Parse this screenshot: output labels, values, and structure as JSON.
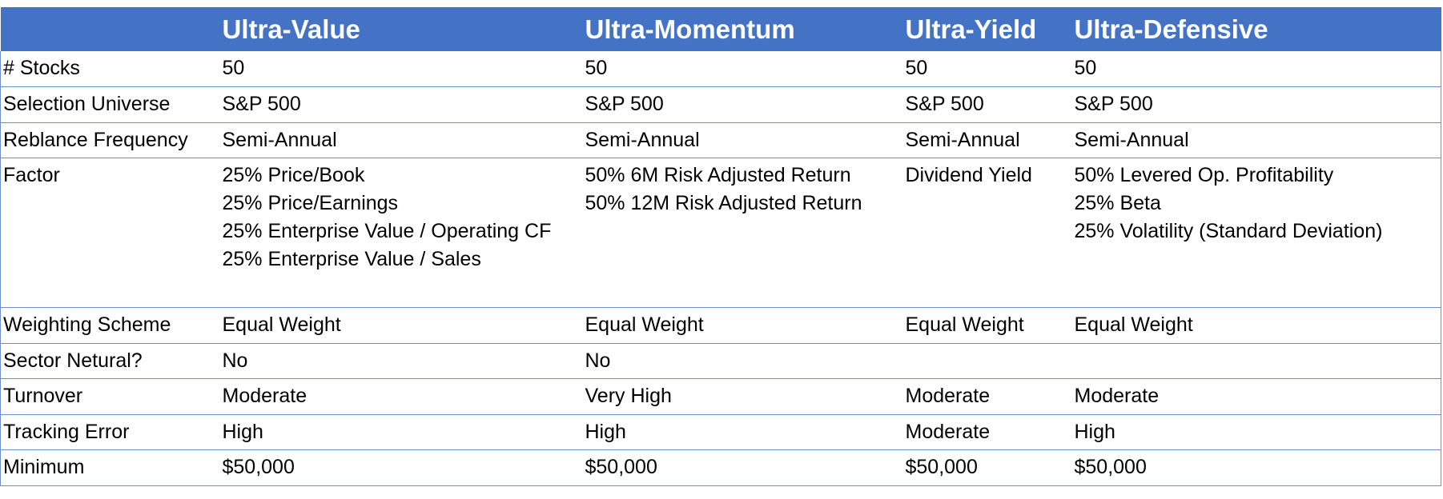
{
  "header": {
    "corner": "",
    "columns": [
      "Ultra-Value",
      "Ultra-Momentum",
      "Ultra-Yield",
      "Ultra-Defensive"
    ]
  },
  "rows": [
    {
      "label": "# Stocks",
      "cells": [
        [
          "50"
        ],
        [
          "50"
        ],
        [
          "50"
        ],
        [
          "50"
        ]
      ]
    },
    {
      "label": "Selection Universe",
      "cells": [
        [
          "S&P 500"
        ],
        [
          "S&P 500"
        ],
        [
          "S&P 500"
        ],
        [
          "S&P 500"
        ]
      ]
    },
    {
      "label": "Reblance Frequency",
      "cells": [
        [
          "Semi-Annual"
        ],
        [
          "Semi-Annual"
        ],
        [
          "Semi-Annual"
        ],
        [
          "Semi-Annual"
        ]
      ]
    },
    {
      "label": "Factor",
      "cells": [
        [
          "25% Price/Book",
          "25% Price/Earnings",
          "25% Enterprise Value / Operating CF",
          "25% Enterprise Value / Sales"
        ],
        [
          "50% 6M Risk Adjusted Return",
          "50% 12M Risk Adjusted Return"
        ],
        [
          "Dividend Yield"
        ],
        [
          "50% Levered Op. Profitability",
          "25% Beta",
          "25% Volatility (Standard Deviation)"
        ]
      ]
    },
    {
      "label": "Weighting Scheme",
      "cells": [
        [
          "Equal Weight"
        ],
        [
          "Equal Weight"
        ],
        [
          "Equal Weight"
        ],
        [
          "Equal Weight"
        ]
      ]
    },
    {
      "label": "Sector Netural?",
      "cells": [
        [
          "No"
        ],
        [
          "No"
        ],
        [
          ""
        ],
        [
          ""
        ]
      ]
    },
    {
      "label": "Turnover",
      "cells": [
        [
          "Moderate"
        ],
        [
          "Very High"
        ],
        [
          "Moderate"
        ],
        [
          "Moderate"
        ]
      ]
    },
    {
      "label": "Tracking Error",
      "cells": [
        [
          "High"
        ],
        [
          "High"
        ],
        [
          "Moderate"
        ],
        [
          "High"
        ]
      ]
    },
    {
      "label": "Minimum",
      "cells": [
        [
          "$50,000"
        ],
        [
          "$50,000"
        ],
        [
          "$50,000"
        ],
        [
          "$50,000"
        ]
      ]
    }
  ],
  "colors": {
    "header_bg": "#4472c4",
    "header_text": "#ffffff",
    "rule": "#6f8fcc"
  }
}
